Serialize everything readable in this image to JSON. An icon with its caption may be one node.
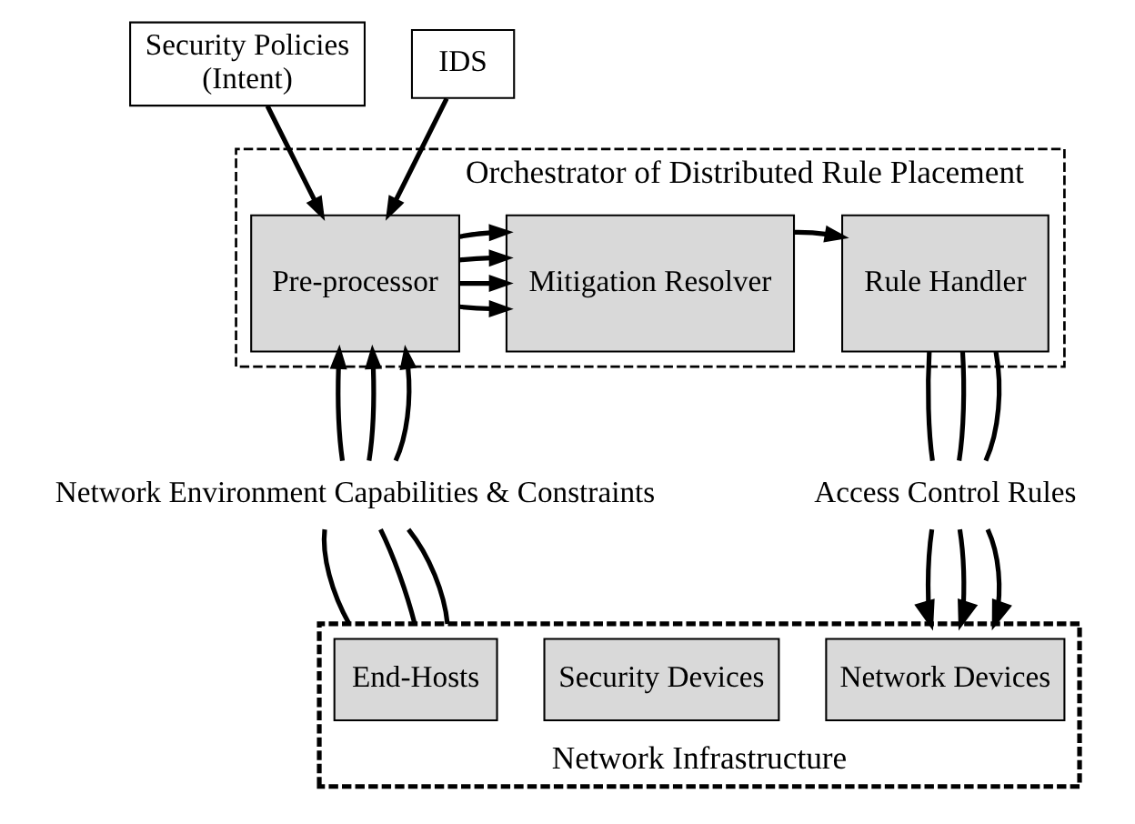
{
  "diagram": {
    "nodes": [
      {
        "text": [
          "Orchestrator of Distributed Rule Placement"
        ]
      },
      {
        "text": [
          "Pre-processor"
        ],
        "in": 0
      },
      {
        "text": [
          "Mitigation Resolver"
        ],
        "in": 0
      },
      {
        "text": [
          "Rule Handler"
        ],
        "in": 0
      },
      {
        "text": [
          "IDS"
        ]
      },
      {
        "text": [
          "Security Policies",
          "(Intent)"
        ]
      },
      {
        "text": [
          "Network Infrastructure"
        ]
      },
      {
        "text": [
          "End-Hosts"
        ],
        "in": 6
      },
      {
        "text": [
          "Security Devices"
        ],
        "in": 6
      },
      {
        "text": [
          "Network Devices"
        ],
        "in": 6
      },
      {
        "text": [
          "Network Environment Capabilities & Constraints"
        ]
      },
      {
        "text": [
          "Access Control Rules"
        ]
      }
    ],
    "edges": [
      {
        "from": 4,
        "to": 1,
        "arrow": "to"
      },
      {
        "from": 5,
        "to": 1,
        "arrow": "to"
      },
      {
        "from": 1,
        "to": 2,
        "arrow": "to"
      },
      {
        "from": 1,
        "to": 2,
        "arrow": "to"
      },
      {
        "from": 1,
        "to": 2,
        "arrow": "to"
      },
      {
        "from": 1,
        "to": 2,
        "arrow": "to"
      },
      {
        "from": 2,
        "to": 3,
        "arrow": "to"
      },
      {
        "from": 6,
        "to": 10,
        "arrow": "none"
      },
      {
        "from": 6,
        "to": 10,
        "arrow": "none"
      },
      {
        "from": 6,
        "to": 10,
        "arrow": "none"
      },
      {
        "from": 10,
        "to": 1,
        "arrow": "to"
      },
      {
        "from": 10,
        "to": 1,
        "arrow": "to"
      },
      {
        "from": 10,
        "to": 1,
        "arrow": "to"
      },
      {
        "from": 3,
        "to": 11,
        "arrow": "none"
      },
      {
        "from": 3,
        "to": 11,
        "arrow": "none"
      },
      {
        "from": 3,
        "to": 11,
        "arrow": "none"
      },
      {
        "from": 11,
        "to": 6,
        "arrow": "to"
      },
      {
        "from": 11,
        "to": 6,
        "arrow": "to"
      },
      {
        "from": 11,
        "to": 6,
        "arrow": "to"
      }
    ]
  }
}
